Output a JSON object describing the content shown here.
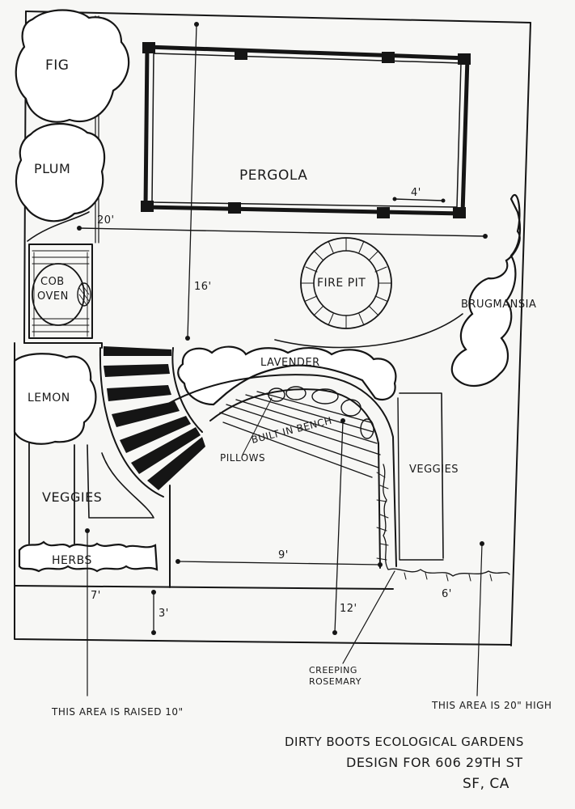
{
  "labels": {
    "fig": "FIG",
    "plum": "PLUM",
    "pergola": "PERGOLA",
    "four_ft": "4'",
    "twenty_ft": "20'",
    "cob_oven_line1": "COB",
    "cob_oven_line2": "OVEN",
    "sixteen_ft": "16'",
    "fire_pit": "FIRE PIT",
    "brugmansia": "BRUGMANSIA",
    "lavender": "LAVENDER",
    "lemon": "LEMON",
    "pillows": "PILLOWS",
    "built_in_bench": "BUILT IN BENCH",
    "veggies_left": "VEGGIES",
    "veggies_right": "VEGGIES",
    "herbs": "HERBS",
    "nine_ft": "9'",
    "seven_ft": "7'",
    "three_ft": "3'",
    "twelve_ft": "12'",
    "six_ft": "6'",
    "creeping_line1": "CREEPING",
    "creeping_line2": "ROSEMARY",
    "raised_note": "THIS AREA IS RAISED 10\"",
    "high_note": "THIS AREA IS 20\" HIGH"
  },
  "title_block": {
    "line1": "DIRTY BOOTS ECOLOGICAL GARDENS",
    "line2": "DESIGN FOR 606 29TH ST",
    "line3": "SF, CA"
  }
}
